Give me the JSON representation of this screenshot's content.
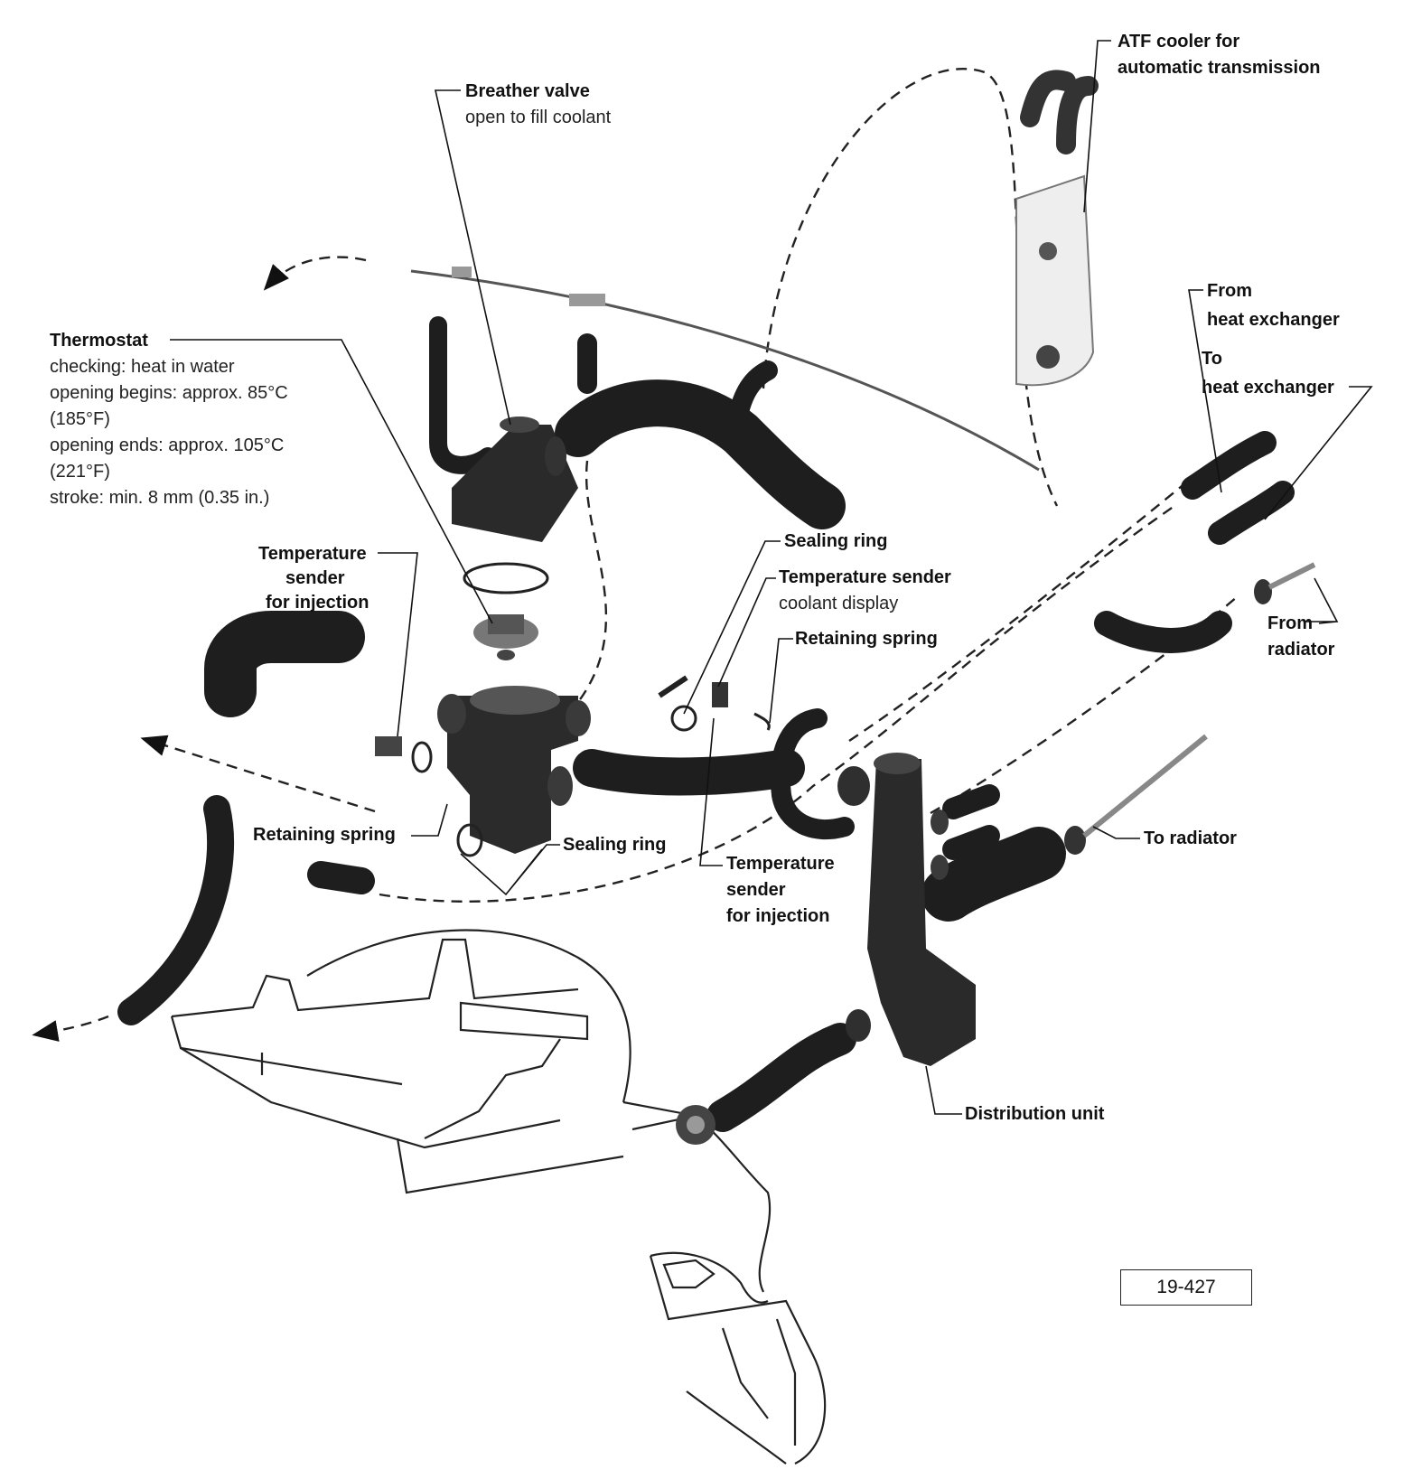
{
  "figure_number": "19-427",
  "labels": {
    "atf_cooler": {
      "line1": "ATF cooler for",
      "line2": "automatic transmission"
    },
    "breather_valve": {
      "title": "Breather valve",
      "note": "open to fill coolant"
    },
    "thermostat": {
      "title": "Thermostat",
      "lines": [
        "checking: heat in water",
        "opening begins: approx. 85°C",
        "(185°F)",
        "opening ends: approx. 105°C",
        "(221°F)",
        "stroke: min. 8 mm (0.35 in.)"
      ]
    },
    "temp_sender_injection_left": [
      "Temperature",
      "sender",
      "for injection"
    ],
    "sealing_ring_top": "Sealing ring",
    "temp_sender_display": {
      "title": "Temperature sender",
      "note": "coolant display"
    },
    "retaining_spring_top": "Retaining spring",
    "from_heat_exchanger": [
      "From",
      "heat exchanger"
    ],
    "to_heat_exchanger": [
      "To",
      "heat exchanger"
    ],
    "from_radiator": [
      "From",
      "radiator"
    ],
    "to_radiator": "To radiator",
    "retaining_spring_bottom": "Retaining spring",
    "sealing_ring_bottom": "Sealing ring",
    "temp_sender_injection_bottom": [
      "Temperature",
      "sender",
      "for injection"
    ],
    "distribution_unit": "Distribution unit"
  },
  "colors": {
    "ink": "#111111",
    "hose": "#1e1e1e",
    "metal": "#7a7a7a",
    "paper": "#ffffff"
  }
}
